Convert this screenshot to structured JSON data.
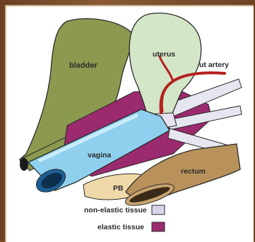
{
  "labels": {
    "bladder": "bladder",
    "uterus": "uterus",
    "ut_artery": "ut artery",
    "vagina": "vagina",
    "rectum": "rectum",
    "pb": "PB"
  },
  "legend": [
    {
      "label": "non-elastic tissue",
      "color": "#d8d4ec"
    },
    {
      "label": "elastic tissue",
      "color": "#9b2a6e"
    }
  ],
  "colors": {
    "bladder": "#8c9a4f",
    "uterus": "#d4e6c8",
    "vagina": "#8fd0ee",
    "rectum": "#b8925a",
    "pb": "#f0d9a8",
    "elastic": "#9b2a6e",
    "artery": "#b52020"
  }
}
